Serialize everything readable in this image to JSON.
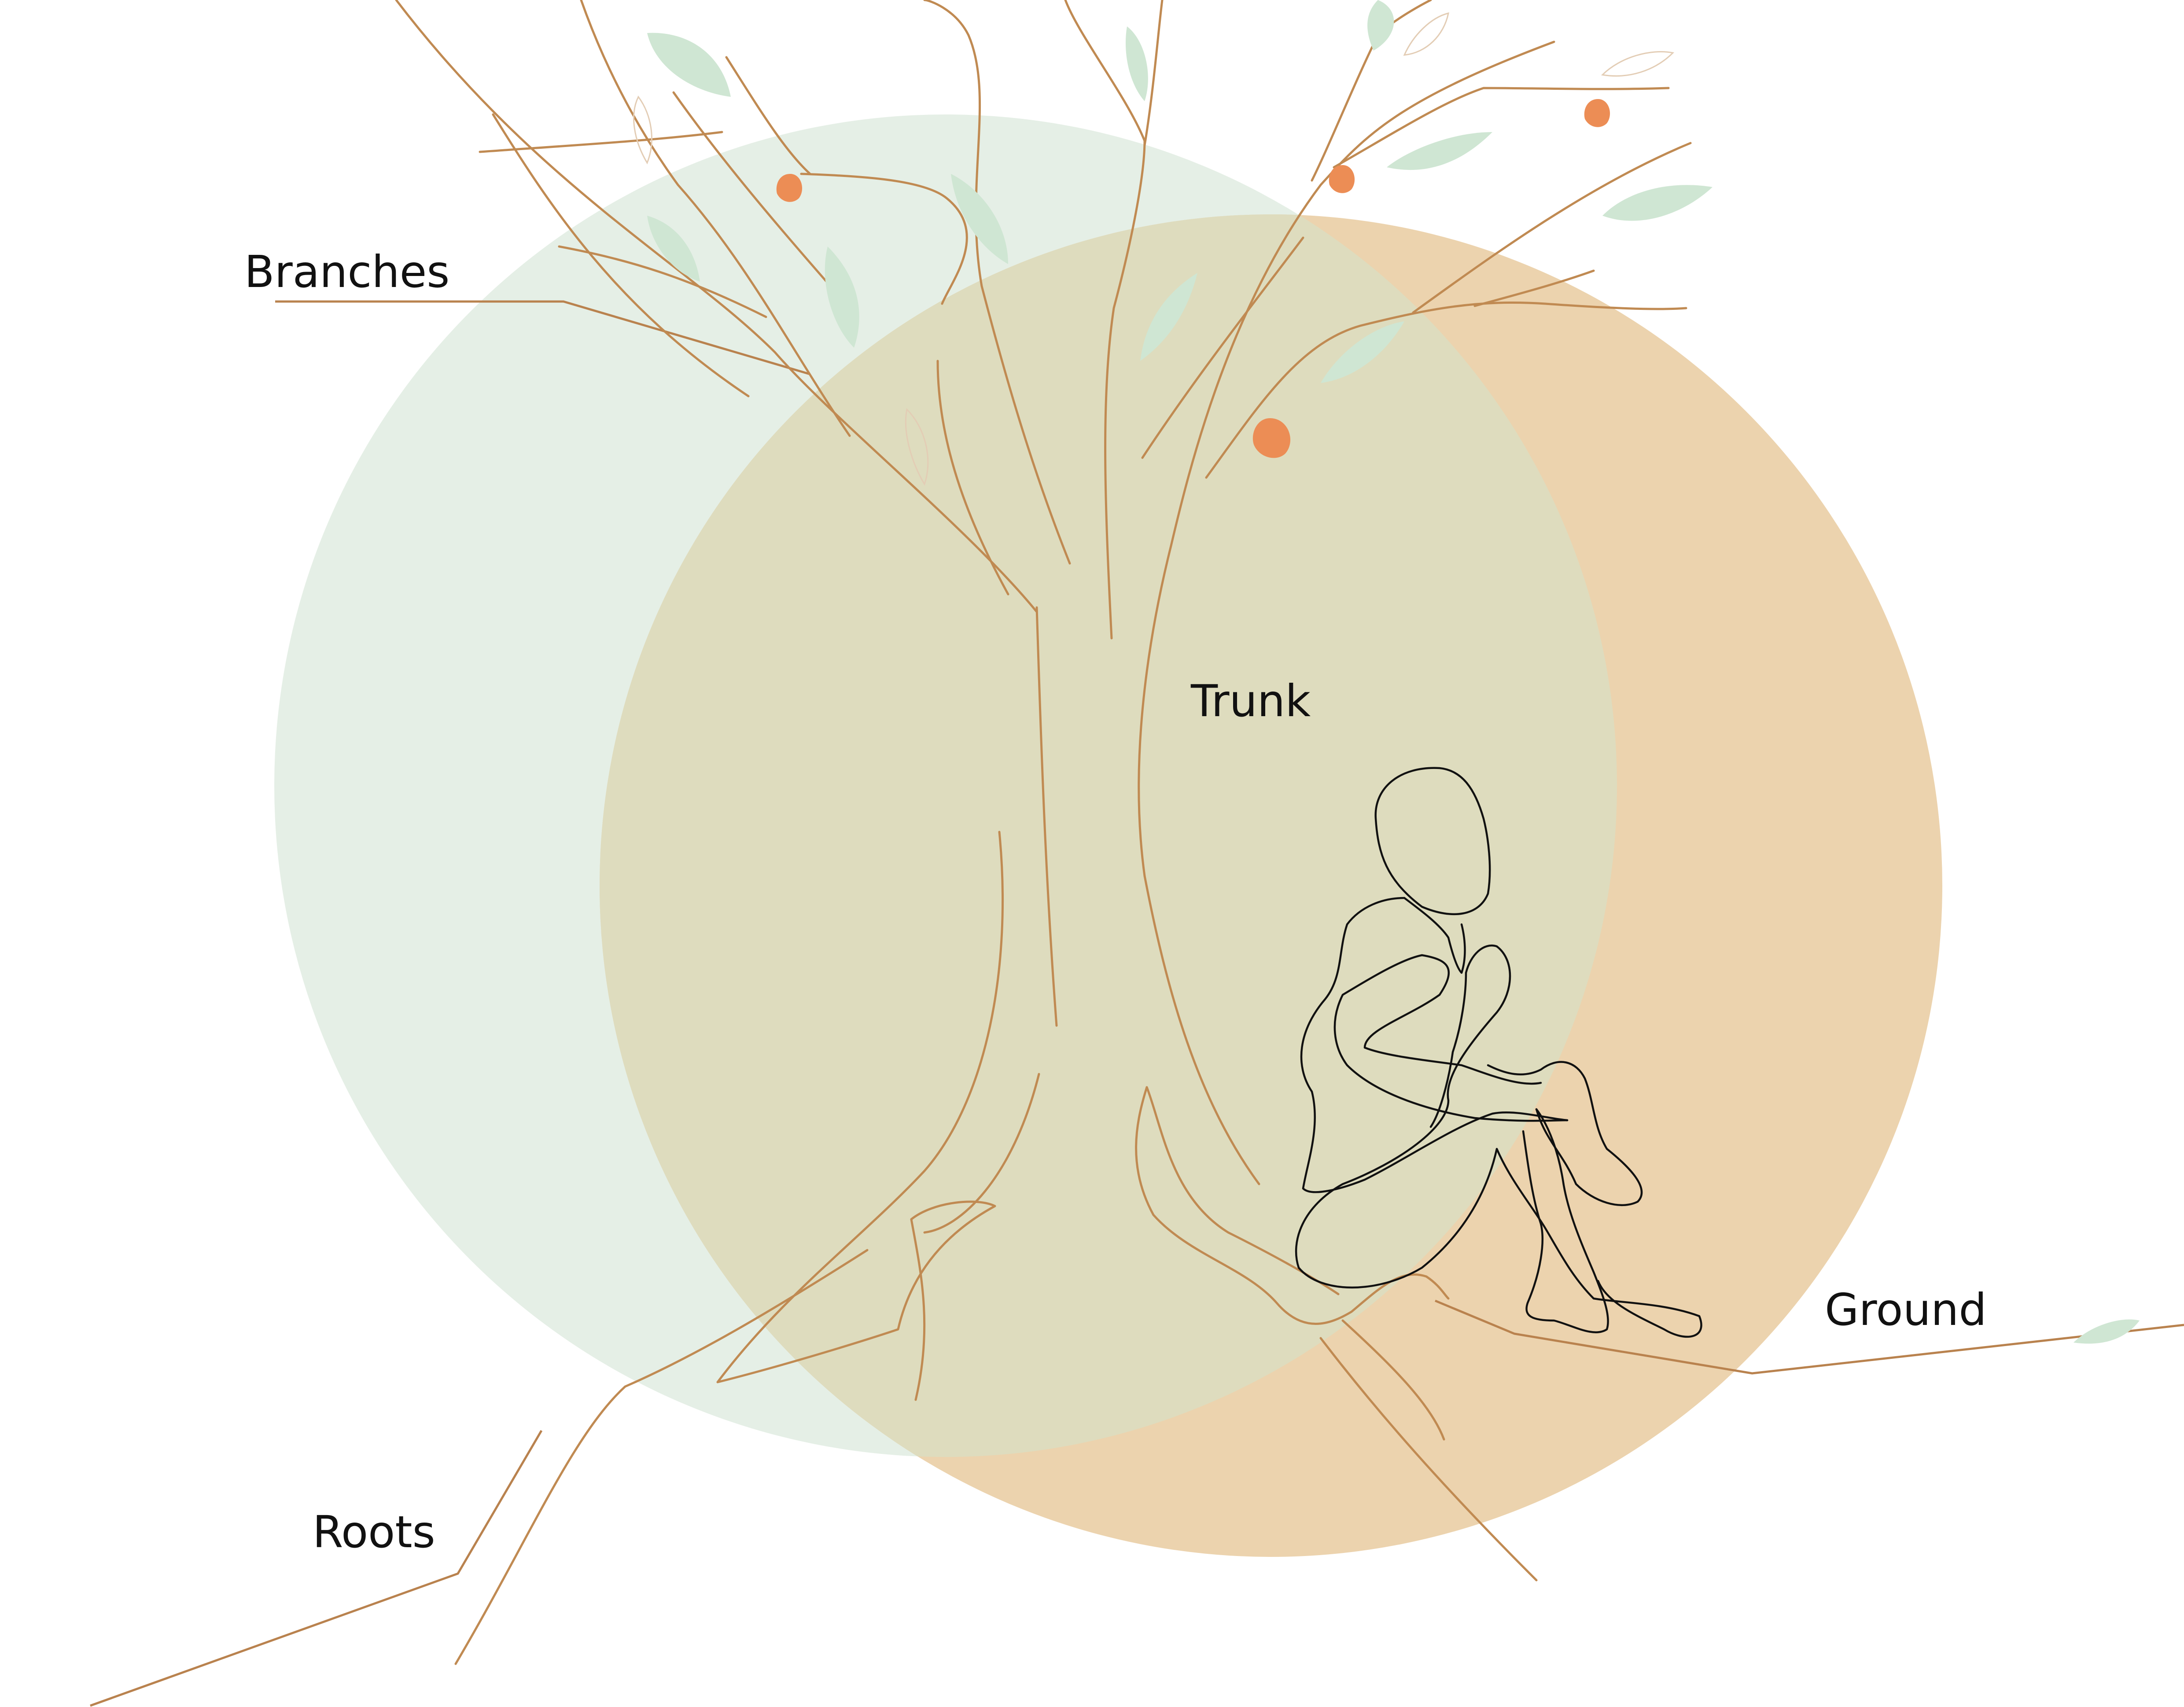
{
  "labels": {
    "branches": "Branches",
    "trunk": "Trunk",
    "roots": "Roots",
    "ground": "Ground"
  },
  "colors": {
    "green_circle": "#e5efe6",
    "orange_circle": "#ecd3ae",
    "overlap": "#dedcbe",
    "branch_line": "#c08a52",
    "leaf": "#cfe6d3",
    "fruit": "#ec8d55",
    "person_line": "#111111"
  },
  "icons": [
    "tree-illustration",
    "person-sitting-illustration",
    "leaf-icon",
    "fruit-icon"
  ]
}
